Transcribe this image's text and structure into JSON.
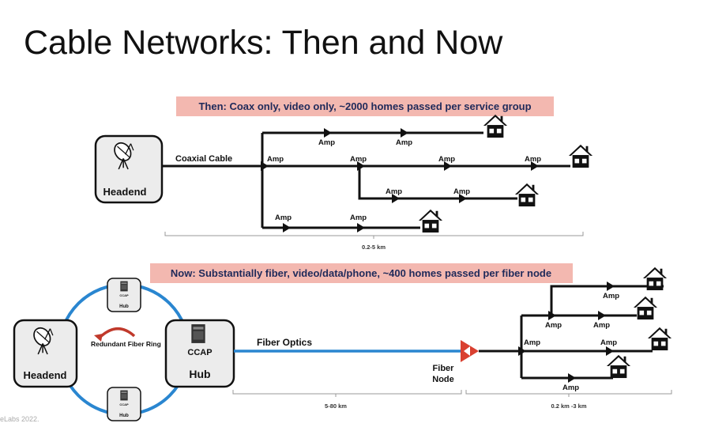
{
  "slide": {
    "title": "Cable Networks: Then and Now",
    "copyright": "eLabs 2022."
  },
  "colors": {
    "banner": "#f3b8b0",
    "banner_text": "#1f2a5a",
    "fiber": "#2a86d0",
    "node": "#d94030"
  },
  "then": {
    "banner": "Then: Coax only, video only, ~2000 homes passed per service group",
    "headend_label": "Headend",
    "cable_label": "Coaxial Cable",
    "amp_label": "Amp",
    "distance": "0.2-5 km"
  },
  "now": {
    "banner": "Now: Substantially fiber, video/data/phone, ~400 homes passed per fiber node",
    "headend_label": "Headend",
    "ring_label": "Redundant Fiber Ring",
    "hub_label": "Hub",
    "ccap_label": "CCAP",
    "fiber_label": "Fiber Optics",
    "node_label_1": "Fiber",
    "node_label_2": "Node",
    "amp_label": "Amp",
    "distance_fiber": "5-80 km",
    "distance_coax": "0.2 km -3 km"
  }
}
